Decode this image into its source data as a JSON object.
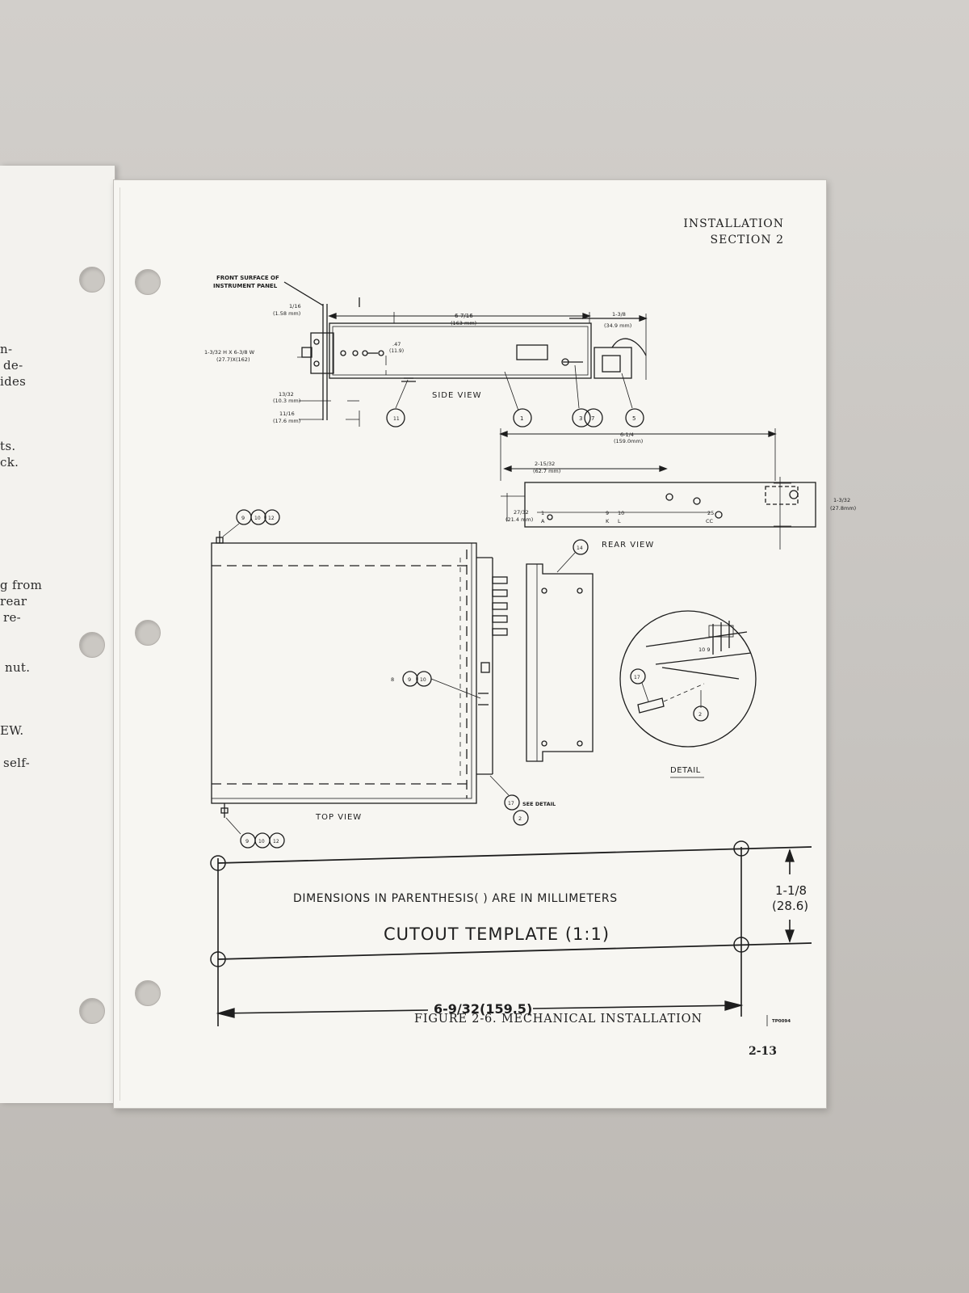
{
  "left_page": {
    "lines": [
      "n-",
      "de-",
      "ides",
      "ts.",
      "ck.",
      "g from",
      "rear",
      "re-",
      "nut.",
      "EW.",
      "self-"
    ]
  },
  "header": {
    "line1": "INSTALLATION",
    "line2": "SECTION 2"
  },
  "drawing": {
    "front_surface": "FRONT SURFACE OF",
    "instrument_panel": "INSTRUMENT PANEL",
    "dim_1_16": "1/16",
    "dim_1_16_mm": "(1.58 mm)",
    "dim_6_7_16": "6-7/16",
    "dim_6_7_16_mm": "(163 mm)",
    "dim_1_3_8": "1-3/8",
    "dim_1_3_8_mm": "(34.9 mm)",
    "dim_panel_hole": "1-3/32 H X 6-3/8 W",
    "dim_panel_hole_mm": "(27.7)X(162)",
    "dim_47": ".47",
    "dim_47_mm": "(11.9)",
    "dim_13_32": "13/32",
    "dim_13_32_mm": "(10.3 mm)",
    "dim_11_16": "11/16",
    "dim_11_16_mm": "(17.6 mm)",
    "side_view": "SIDE VIEW",
    "dim_6_1_4": "6-1/4",
    "dim_6_1_4_mm": "(159.0mm)",
    "dim_2_15_32": "2-15/32",
    "dim_2_15_32_mm": "(62.7 mm)",
    "dim_27_32": "27/32",
    "dim_27_32_mm": "(21.4 mm)",
    "dim_1_3_32": "1-3/32",
    "dim_1_3_32_mm": "(27.8mm)",
    "rear_view": "REAR VIEW",
    "top_view": "TOP VIEW",
    "detail": "DETAIL",
    "see_detail": "SEE DETAIL",
    "pin_labels": [
      "1",
      "9",
      "10",
      "25",
      "A",
      "K",
      "L",
      "CC"
    ],
    "detail_pins": "10 9",
    "callouts": [
      "11",
      "1",
      "3",
      "7",
      "5",
      "9",
      "10",
      "12",
      "14",
      "8",
      "9",
      "10",
      "17",
      "2",
      "9",
      "10",
      "12",
      "17",
      "2"
    ]
  },
  "template": {
    "note": "DIMENSIONS IN PARENTHESIS( ) ARE IN MILLIMETERS",
    "title": "CUTOUT TEMPLATE (1:1)",
    "height": "1-1/8",
    "height_mm": "(28.6)",
    "width": "6-9/32(159.5)"
  },
  "figure_caption": "FIGURE 2-6. MECHANICAL INSTALLATION",
  "drawing_code": "TP0094",
  "page_number": "2-13"
}
